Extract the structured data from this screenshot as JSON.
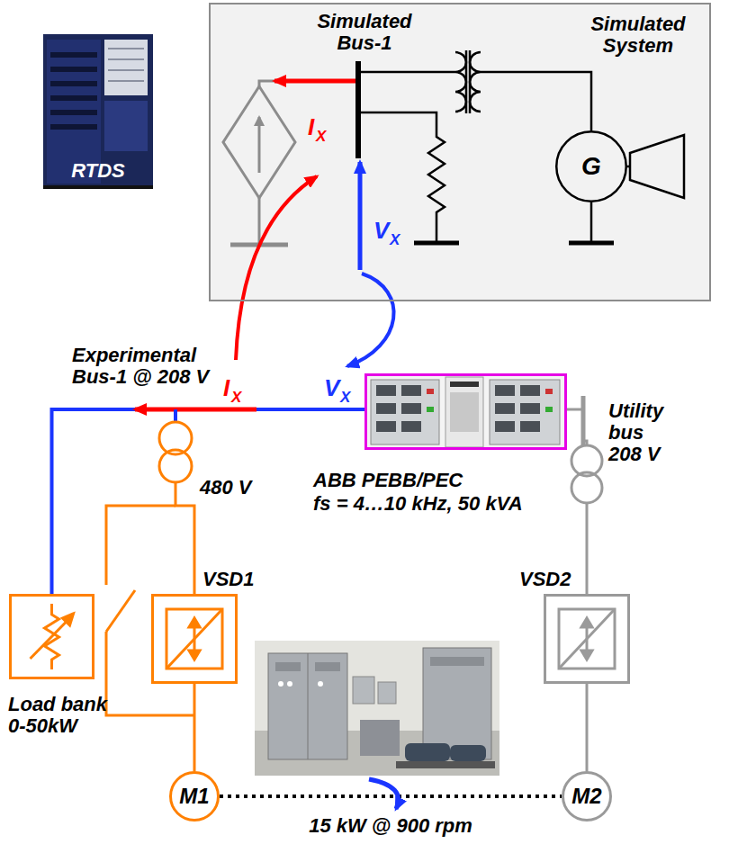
{
  "diagram": {
    "nodes": [
      {
        "text": [
          "RTDS"
        ]
      },
      {
        "text": [
          "Simulated System"
        ]
      },
      {
        "text": [
          "G"
        ],
        "in": 1
      },
      {
        "text": [
          "ABB PEBB/PEC",
          "fs = 4…10 kHz, 50 kVA"
        ]
      },
      {
        "text": [
          "VSD1"
        ]
      },
      {
        "text": [
          "VSD2"
        ]
      },
      {
        "text": [
          "Load bank 0-50kW"
        ]
      },
      {
        "text": [
          "M1"
        ]
      },
      {
        "text": [
          "M2"
        ]
      }
    ],
    "edges": [
      {
        "from": 3,
        "to": 4,
        "arrow": "none"
      },
      {
        "from": 3,
        "to": 6,
        "arrow": "none"
      },
      {
        "from": 3,
        "to": 5,
        "arrow": "none"
      },
      {
        "from": 4,
        "to": 7,
        "arrow": "none"
      },
      {
        "from": 5,
        "to": 8,
        "arrow": "none"
      },
      {
        "from": 7,
        "to": 8,
        "label": "15 kW @ 900 rpm",
        "arrow": "none"
      }
    ],
    "labels": [
      "Simulated Bus-1",
      "I",
      "X",
      "V",
      "X",
      "Experimental Bus-1 @ 208 V",
      "I",
      "X",
      "V",
      "X",
      "Utility bus 208 V",
      "480 V"
    ]
  }
}
